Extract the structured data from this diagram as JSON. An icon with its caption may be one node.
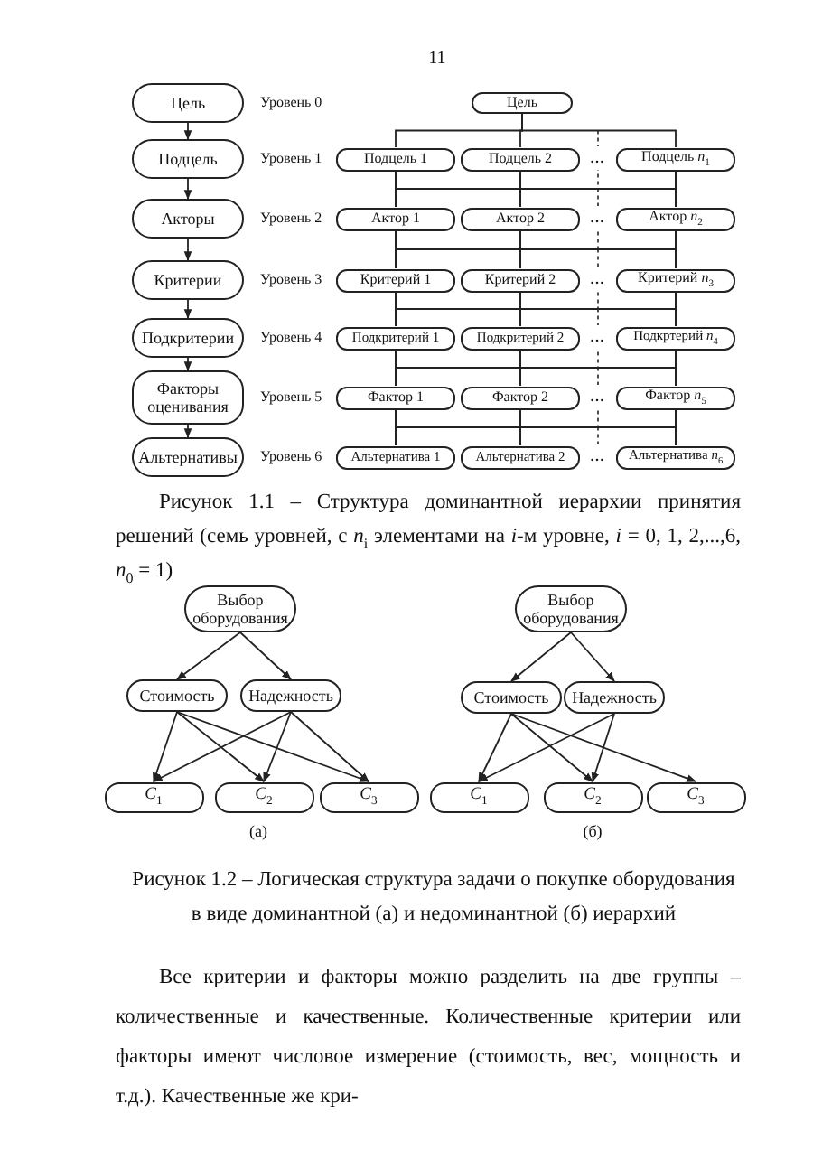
{
  "diagram": {
    "nodes": [
      {
        "text": [
          "Цель"
        ]
      },
      {
        "text": [
          "Подцель"
        ]
      },
      {
        "text": [
          "Акторы"
        ]
      },
      {
        "text": [
          "Критерии"
        ]
      },
      {
        "text": [
          "Подкритерии"
        ]
      },
      {
        "text": [
          "Факторы оценивания"
        ]
      },
      {
        "text": [
          "Альтернативы"
        ]
      },
      {
        "text": [
          "Цель"
        ]
      },
      {
        "text": [
          "Подцель 1"
        ]
      },
      {
        "text": [
          "Подцель 2"
        ]
      },
      {
        "text": [
          "Подцель *n*$_{1}$"
        ]
      },
      {
        "text": [
          "Актор 1"
        ]
      },
      {
        "text": [
          "Актор 2"
        ]
      },
      {
        "text": [
          "Актор *n*$_{2}$"
        ]
      },
      {
        "text": [
          "Критерий 1"
        ]
      },
      {
        "text": [
          "Критерий 2"
        ]
      },
      {
        "text": [
          "Критерий *n*$_{3}$"
        ]
      },
      {
        "text": [
          "Подкритерий 1"
        ]
      },
      {
        "text": [
          "Подкритерий 2"
        ]
      },
      {
        "text": [
          "Подкртерий *n*$_{4}$"
        ]
      },
      {
        "text": [
          "Фактор 1"
        ]
      },
      {
        "text": [
          "Фактор 2"
        ]
      },
      {
        "text": [
          "Фактор *n*$_{5}$"
        ]
      },
      {
        "text": [
          "Альтернатива 1"
        ]
      },
      {
        "text": [
          "Альтернатива 2"
        ]
      },
      {
        "text": [
          "Альтернатива *n*$_{6}$"
        ]
      },
      {
        "text": [
          "Выбор оборудования"
        ]
      },
      {
        "text": [
          "Стоимость"
        ]
      },
      {
        "text": [
          "Надежность"
        ]
      },
      {
        "text": [
          "*C*$_{1}$"
        ]
      },
      {
        "text": [
          "*C*$_{2}$"
        ]
      },
      {
        "text": [
          "*C*$_{3}$"
        ]
      },
      {
        "text": [
          "Выбор оборудования"
        ]
      },
      {
        "text": [
          "Стоимость"
        ]
      },
      {
        "text": [
          "Надежность"
        ]
      },
      {
        "text": [
          "*C*$_{1}$"
        ]
      },
      {
        "text": [
          "*C*$_{2}$"
        ]
      },
      {
        "text": [
          "*C*$_{3}$"
        ]
      }
    ],
    "edges": [
      {
        "from": 0,
        "to": 1,
        "arrow": "to"
      },
      {
        "from": 1,
        "to": 2,
        "arrow": "to"
      },
      {
        "from": 2,
        "to": 3,
        "arrow": "to"
      },
      {
        "from": 3,
        "to": 4,
        "arrow": "to"
      },
      {
        "from": 4,
        "to": 5,
        "arrow": "to"
      },
      {
        "from": 5,
        "to": 6,
        "arrow": "to"
      },
      {
        "from": 7,
        "to": 8,
        "arrow": "none"
      },
      {
        "from": 7,
        "to": 9,
        "arrow": "none"
      },
      {
        "from": 7,
        "to": 10,
        "arrow": "none"
      },
      {
        "from": 8,
        "to": 11,
        "arrow": "none"
      },
      {
        "from": 8,
        "to": 12,
        "arrow": "none"
      },
      {
        "from": 8,
        "to": 13,
        "arrow": "none"
      },
      {
        "from": 9,
        "to": 11,
        "arrow": "none"
      },
      {
        "from": 9,
        "to": 12,
        "arrow": "none"
      },
      {
        "from": 9,
        "to": 13,
        "arrow": "none"
      },
      {
        "from": 10,
        "to": 11,
        "arrow": "none"
      },
      {
        "from": 10,
        "to": 12,
        "arrow": "none"
      },
      {
        "from": 10,
        "to": 13,
        "arrow": "none"
      },
      {
        "from": 11,
        "to": 14,
        "arrow": "none"
      },
      {
        "from": 11,
        "to": 15,
        "arrow": "none"
      },
      {
        "from": 11,
        "to": 16,
        "arrow": "none"
      },
      {
        "from": 12,
        "to": 14,
        "arrow": "none"
      },
      {
        "from": 12,
        "to": 15,
        "arrow": "none"
      },
      {
        "from": 12,
        "to": 16,
        "arrow": "none"
      },
      {
        "from": 13,
        "to": 14,
        "arrow": "none"
      },
      {
        "from": 13,
        "to": 15,
        "arrow": "none"
      },
      {
        "from": 13,
        "to": 16,
        "arrow": "none"
      },
      {
        "from": 14,
        "to": 17,
        "arrow": "none"
      },
      {
        "from": 14,
        "to": 18,
        "arrow": "none"
      },
      {
        "from": 14,
        "to": 19,
        "arrow": "none"
      },
      {
        "from": 15,
        "to": 17,
        "arrow": "none"
      },
      {
        "from": 15,
        "to": 18,
        "arrow": "none"
      },
      {
        "from": 15,
        "to": 19,
        "arrow": "none"
      },
      {
        "from": 16,
        "to": 17,
        "arrow": "none"
      },
      {
        "from": 16,
        "to": 18,
        "arrow": "none"
      },
      {
        "from": 16,
        "to": 19,
        "arrow": "none"
      },
      {
        "from": 17,
        "to": 20,
        "arrow": "none"
      },
      {
        "from": 17,
        "to": 21,
        "arrow": "none"
      },
      {
        "from": 17,
        "to": 22,
        "arrow": "none"
      },
      {
        "from": 18,
        "to": 20,
        "arrow": "none"
      },
      {
        "from": 18,
        "to": 21,
        "arrow": "none"
      },
      {
        "from": 18,
        "to": 22,
        "arrow": "none"
      },
      {
        "from": 19,
        "to": 20,
        "arrow": "none"
      },
      {
        "from": 19,
        "to": 21,
        "arrow": "none"
      },
      {
        "from": 19,
        "to": 22,
        "arrow": "none"
      },
      {
        "from": 20,
        "to": 23,
        "arrow": "none"
      },
      {
        "from": 20,
        "to": 24,
        "arrow": "none"
      },
      {
        "from": 20,
        "to": 25,
        "arrow": "none"
      },
      {
        "from": 21,
        "to": 23,
        "arrow": "none"
      },
      {
        "from": 21,
        "to": 24,
        "arrow": "none"
      },
      {
        "from": 21,
        "to": 25,
        "arrow": "none"
      },
      {
        "from": 22,
        "to": 23,
        "arrow": "none"
      },
      {
        "from": 22,
        "to": 24,
        "arrow": "none"
      },
      {
        "from": 22,
        "to": 25,
        "arrow": "none"
      },
      {
        "from": 26,
        "to": 27,
        "arrow": "to"
      },
      {
        "from": 26,
        "to": 28,
        "arrow": "to"
      },
      {
        "from": 27,
        "to": 29,
        "arrow": "to"
      },
      {
        "from": 27,
        "to": 30,
        "arrow": "to"
      },
      {
        "from": 27,
        "to": 31,
        "arrow": "to"
      },
      {
        "from": 28,
        "to": 29,
        "arrow": "to"
      },
      {
        "from": 28,
        "to": 30,
        "arrow": "to"
      },
      {
        "from": 28,
        "to": 31,
        "arrow": "to"
      },
      {
        "from": 32,
        "to": 33,
        "arrow": "to"
      },
      {
        "from": 32,
        "to": 34,
        "arrow": "to"
      },
      {
        "from": 33,
        "to": 35,
        "arrow": "to"
      },
      {
        "from": 33,
        "to": 36,
        "arrow": "to"
      },
      {
        "from": 33,
        "to": 37,
        "arrow": "to"
      },
      {
        "from": 34,
        "to": 35,
        "arrow": "to"
      },
      {
        "from": 34,
        "to": 36,
        "arrow": "to"
      }
    ],
    "labels": [
      "11",
      "Уровень 0",
      "Уровень 1",
      "Уровень 2",
      "Уровень 3",
      "Уровень 4",
      "Уровень 5",
      "Уровень 6",
      "…",
      "…",
      "…",
      "…",
      "…",
      "…",
      "Рисунок 1.1 – Структура доминантной иерархии принятия решений (семь уровней, с *n*$_{i}$ элементами на *i*-м уровне, *i* = 0, 1, 2,...,6, *n*$_{0}$ = 1)",
      "(а)",
      "(б)",
      "Рисунок 1.2 – Логическая структура задачи о покупке оборудования в виде доминантной (а) и недоминантной (б) иерархий",
      "Все критерии и факторы можно разделить на две группы – количественные и качественные. Количественные критерии или факторы имеют числовое измерение (стоимость, вес, мощность и т.д.). Качественные же кри-"
    ]
  }
}
